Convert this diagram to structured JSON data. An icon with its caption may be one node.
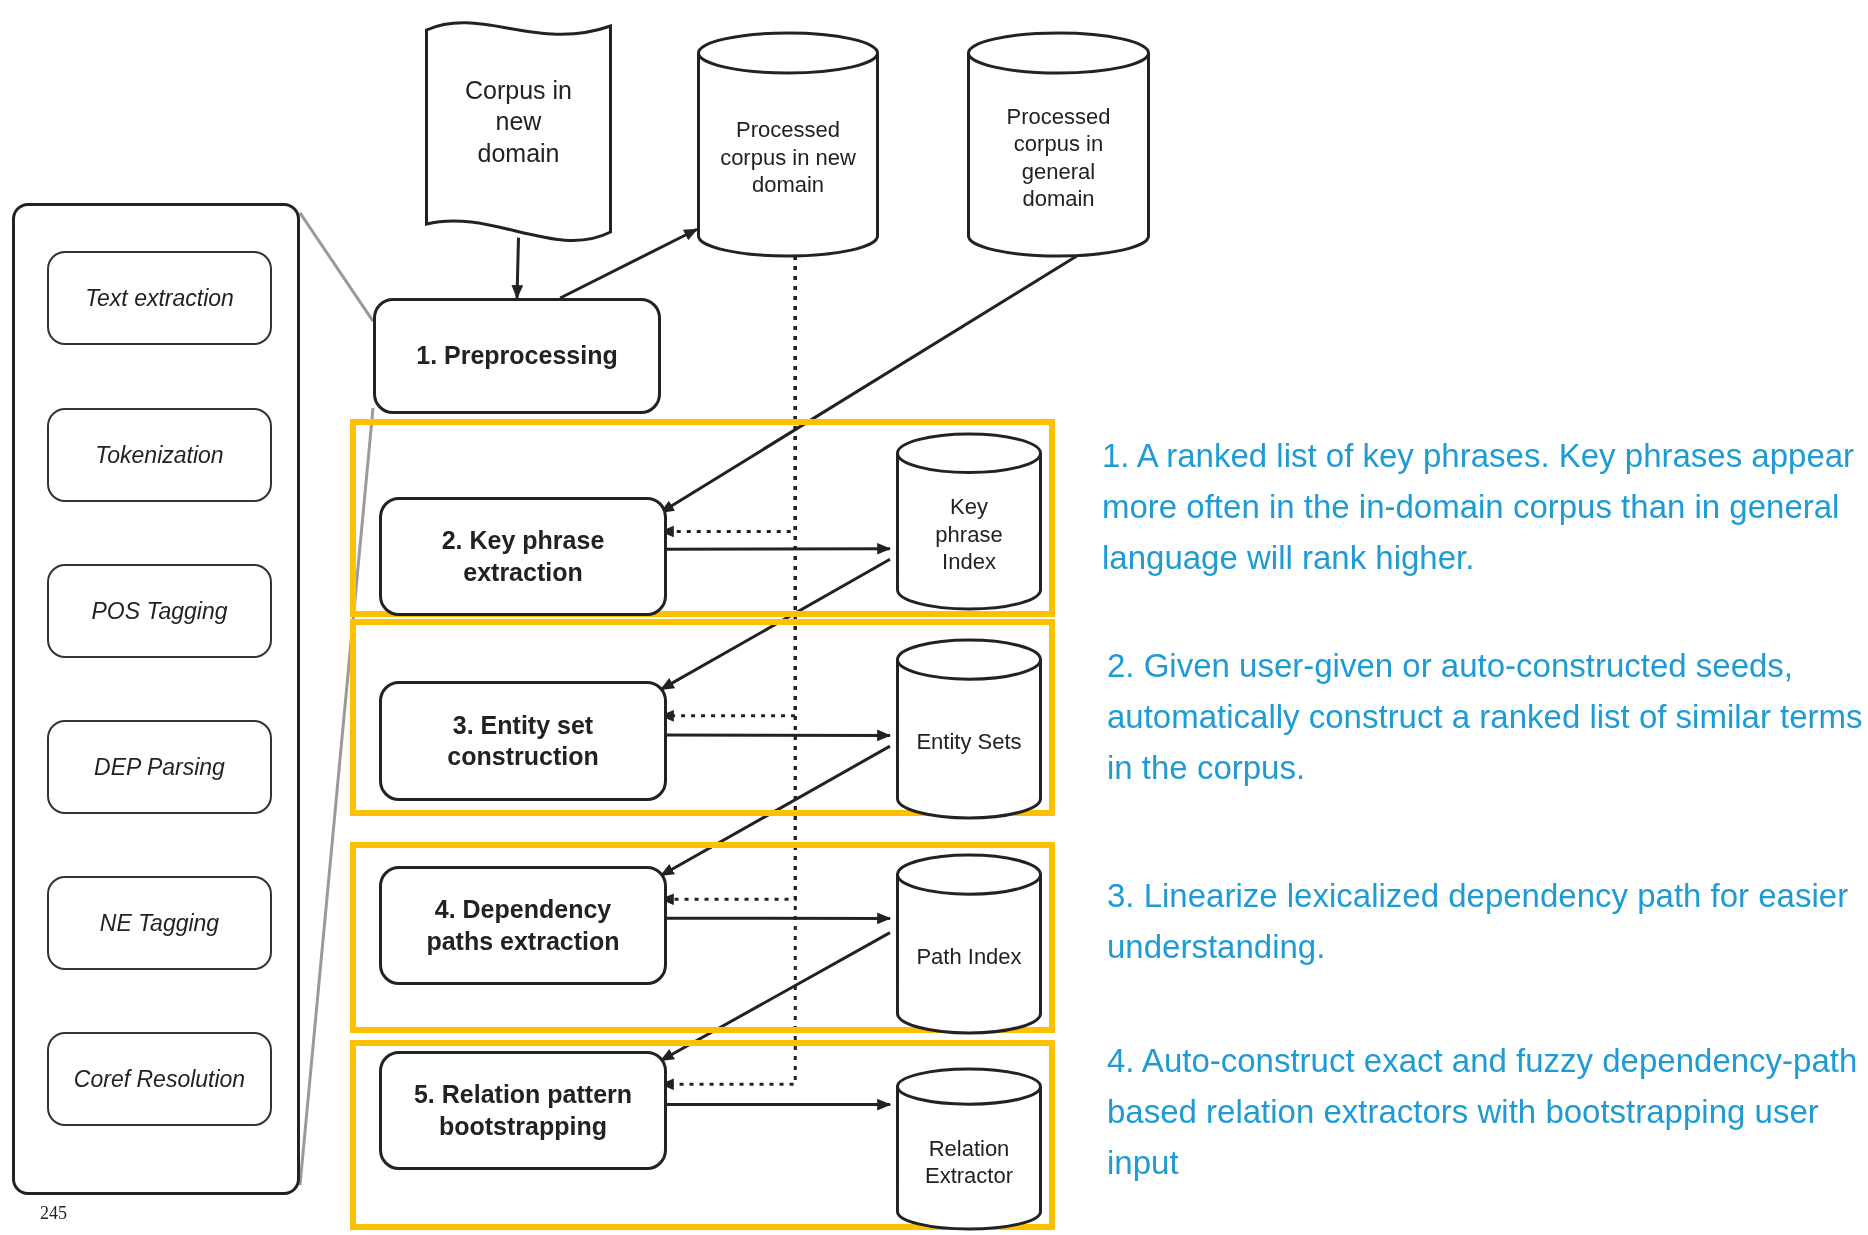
{
  "diagram": {
    "nodes": [
      {
        "text": [],
        "shape": "box"
      },
      {
        "text": [
          "Text extraction"
        ],
        "in": 0
      },
      {
        "text": [
          "Tokenization"
        ],
        "in": 0
      },
      {
        "text": [
          "POS Tagging"
        ],
        "in": 0
      },
      {
        "text": [
          "DEP Parsing"
        ],
        "in": 0
      },
      {
        "text": [
          "NE Tagging"
        ],
        "in": 0
      },
      {
        "text": [
          "Coref Resolution"
        ],
        "in": 0
      },
      {
        "text": [
          "Corpus in new domain"
        ]
      },
      {
        "text": [
          "Processed corpus in new domain"
        ]
      },
      {
        "text": [
          "Processed corpus in general domain"
        ]
      },
      {
        "text": [
          "1. Preprocessing"
        ]
      },
      {
        "text": [],
        "shape": "box"
      },
      {
        "text": [
          "2. Key phrase extraction"
        ],
        "in": 11
      },
      {
        "text": [
          "Key phrase Index"
        ],
        "in": 11
      },
      {
        "text": [],
        "shape": "box"
      },
      {
        "text": [
          "3. Entity set construction"
        ],
        "in": 14
      },
      {
        "text": [
          "Entity Sets"
        ],
        "in": 14
      },
      {
        "text": [],
        "shape": "box"
      },
      {
        "text": [
          "4. Dependency paths extraction"
        ],
        "in": 17
      },
      {
        "text": [
          "Path Index"
        ],
        "in": 17
      },
      {
        "text": [],
        "shape": "box"
      },
      {
        "text": [
          "5. Relation pattern bootstrapping"
        ],
        "in": 20
      },
      {
        "text": [
          "Relation Extractor"
        ],
        "in": 20
      }
    ],
    "edges": [
      {
        "from": 7,
        "to": 10,
        "arrow": "to"
      },
      {
        "from": 10,
        "to": 8,
        "arrow": "to"
      },
      {
        "from": 9,
        "to": 12,
        "arrow": "to"
      },
      {
        "from": 12,
        "to": 13,
        "arrow": "to"
      },
      {
        "from": 13,
        "to": 15,
        "arrow": "to"
      },
      {
        "from": 15,
        "to": 16,
        "arrow": "to"
      },
      {
        "from": 16,
        "to": 18,
        "arrow": "to"
      },
      {
        "from": 18,
        "to": 19,
        "arrow": "to"
      },
      {
        "from": 19,
        "to": 21,
        "arrow": "to"
      },
      {
        "from": 21,
        "to": 22,
        "arrow": "to"
      },
      {
        "from": 8,
        "to": 12,
        "arrow": "to",
        "style": "dashed"
      },
      {
        "from": 8,
        "to": 15,
        "arrow": "to",
        "style": "dashed"
      },
      {
        "from": 8,
        "to": 18,
        "arrow": "to",
        "style": "dashed"
      },
      {
        "from": 8,
        "to": 21,
        "arrow": "to",
        "style": "dashed"
      },
      {
        "from": 10,
        "to": 0,
        "arrow": "none",
        "color": "#9a9a9a"
      }
    ],
    "labels": [
      "1. A ranked list of key phrases. Key phrases appear more often in the in-domain corpus than in general language will rank higher.",
      "2. Given user-given or auto-constructed seeds, automatically construct a ranked list of similar terms in the corpus.",
      "3. Linearize lexicalized dependency path for easier understanding.",
      "4. Auto-construct exact and fuzzy dependency-path based relation extractors with bootstrapping user input",
      "245"
    ]
  }
}
